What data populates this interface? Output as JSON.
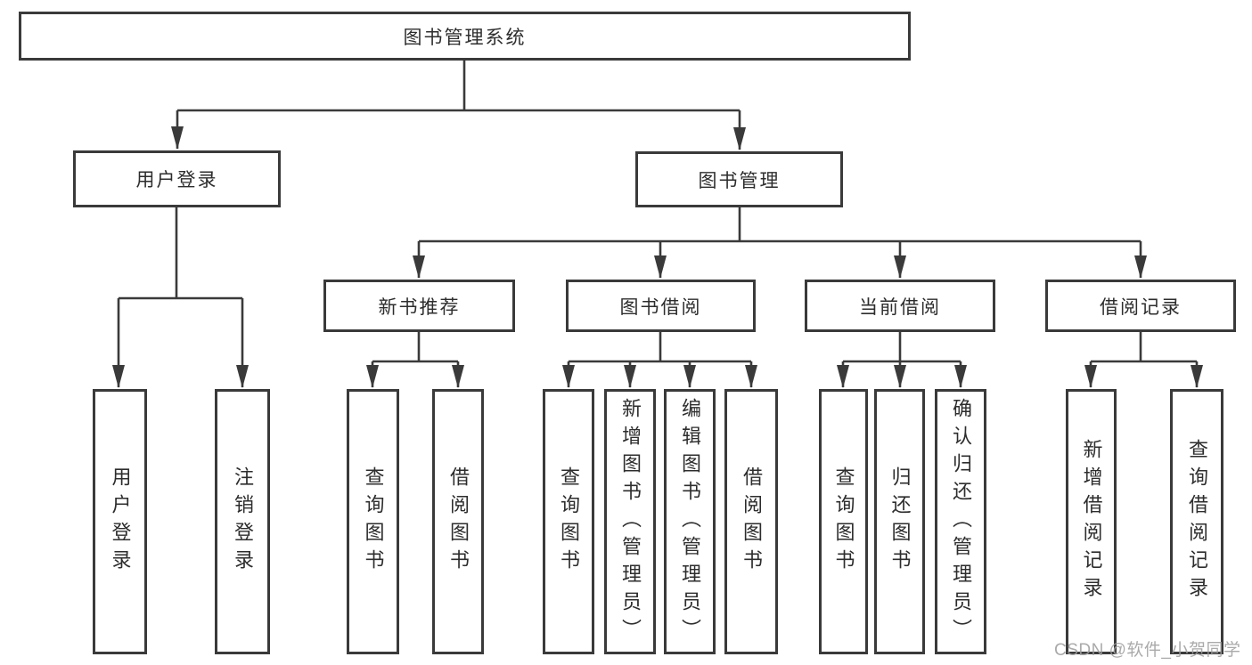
{
  "diagram": {
    "root": "图书管理系统",
    "level2": [
      "用户登录",
      "图书管理"
    ],
    "level3": [
      "新书推荐",
      "图书借阅",
      "当前借阅",
      "借阅记录"
    ],
    "leaves": [
      "用户登录",
      "注销登录",
      "查询图书",
      "借阅图书",
      "查询图书",
      "新增图书（管理员）",
      "编辑图书（管理员）",
      "借阅图书",
      "查询图书",
      "归还图书",
      "确认归还（管理员）",
      "新增借阅记录",
      "查询借阅记录"
    ]
  },
  "watermark": "CSDN @软件_小贺同学",
  "colors": {
    "line": "#3a3a3a",
    "border": "#3a3a3a",
    "text": "#2d2d2d",
    "watermark": "#9e9e9e",
    "background": "#ffffff"
  }
}
